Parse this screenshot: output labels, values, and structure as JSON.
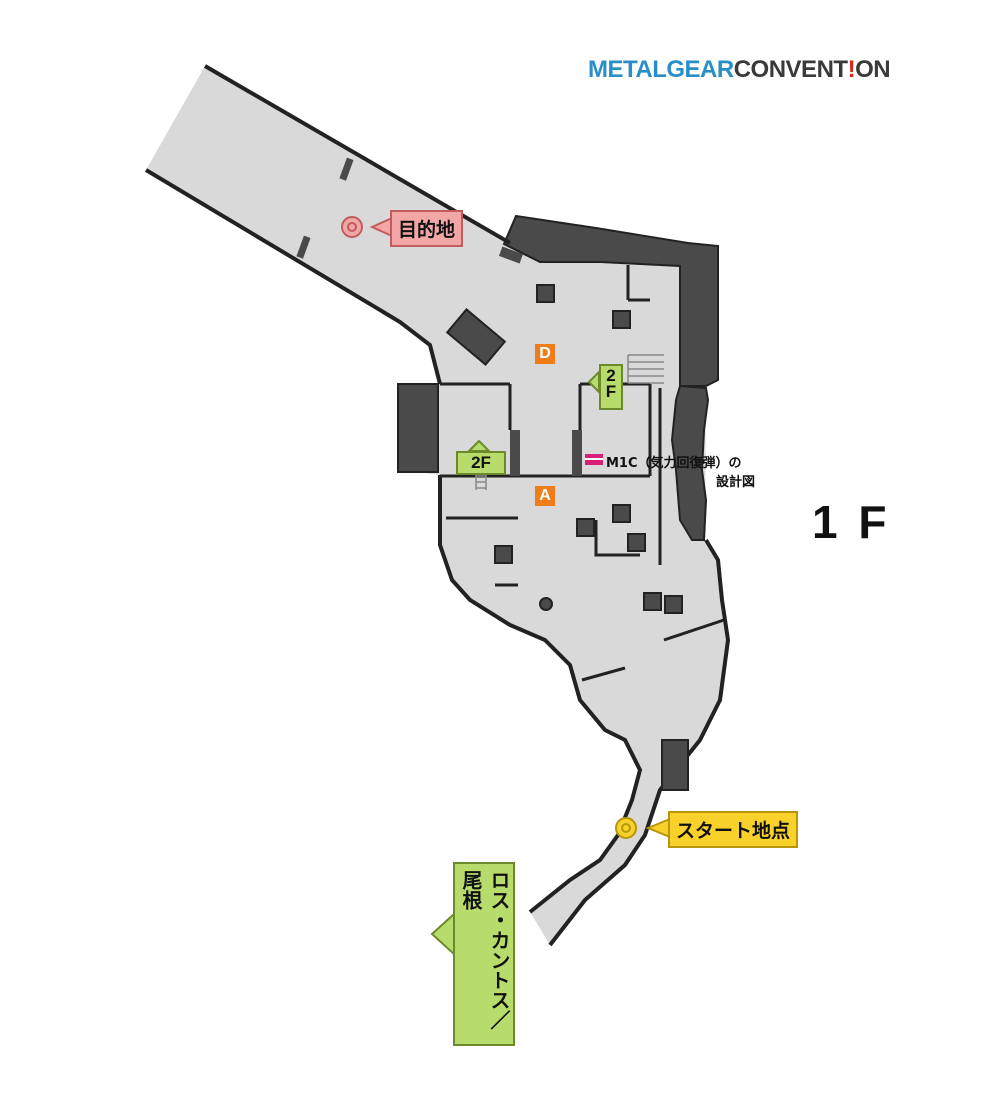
{
  "logo": {
    "part1": "METAL",
    "part2": "GEAR",
    "part3": "CONVENT",
    "part4": "!",
    "part5": "ON"
  },
  "floor_label": "1 F",
  "markers": {
    "destination": "目的地",
    "start": "スタート地点"
  },
  "stairs": {
    "upper": "2F",
    "left": "2F"
  },
  "zones": {
    "d": "D",
    "a": "A"
  },
  "item": {
    "line1": "M1C（気力回復弾）の",
    "line2": "設計図",
    "icon": "blueprint-icon"
  },
  "exit": {
    "label": "ロス・カントス／尾根",
    "icon": "arrow-left-icon"
  },
  "colors": {
    "floor": "#d9d9d9",
    "wall": "#4a4a4a",
    "outline": "#222222",
    "destination": "#f3a6a6",
    "start": "#f8d12a",
    "stair": "#b7dc6b",
    "zone": "#ef7d1a",
    "item": "#d81f77"
  }
}
